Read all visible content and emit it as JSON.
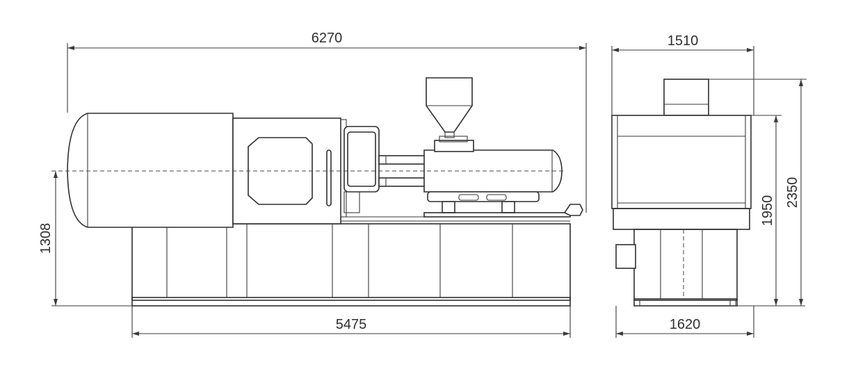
{
  "dimensions": {
    "overall_length": "6270",
    "base_length": "5475",
    "center_height": "1308",
    "side_top_width": "1510",
    "side_base_width": "1620",
    "side_body_height": "1950",
    "side_total_height": "2350"
  }
}
